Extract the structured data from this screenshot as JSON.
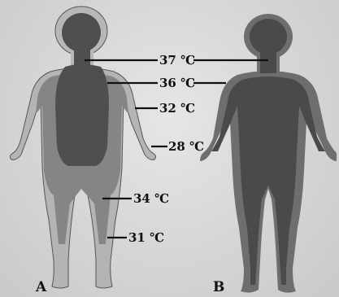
{
  "figure": {
    "panels": [
      {
        "id": "A",
        "label": "A"
      },
      {
        "id": "B",
        "label": "B"
      }
    ],
    "temperatures": [
      {
        "id": "t37",
        "text": "37 ℃"
      },
      {
        "id": "t36",
        "text": "36 ℃"
      },
      {
        "id": "t32",
        "text": "32 ℃"
      },
      {
        "id": "t28",
        "text": "28 ℃"
      },
      {
        "id": "t34",
        "text": "34 ℃"
      },
      {
        "id": "t31",
        "text": "31 ℃"
      }
    ],
    "colors": {
      "outer_shell": "#a9a9a9",
      "mid_zone": "#7e7e7e",
      "core": "#4f4f4f",
      "b_shell": "#6c6c6c",
      "b_core": "#4a4a4a",
      "line": "#111111"
    }
  }
}
